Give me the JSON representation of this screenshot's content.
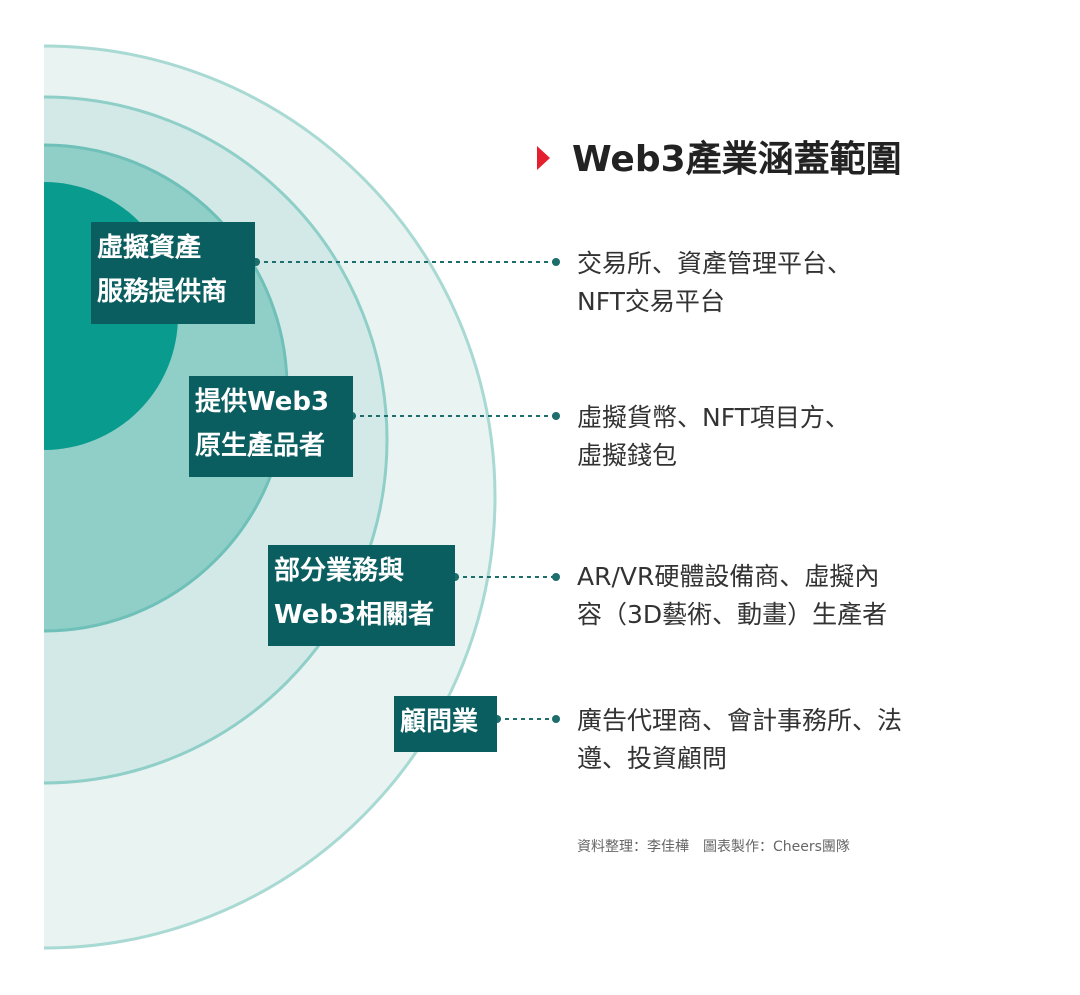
{
  "title": "Web3產業涵蓋範圍",
  "colors": {
    "accent": "#e5202e",
    "label_bg": "#0b5e60",
    "ring_outer": "#e8f3f2",
    "ring_2": "#d2e9e8",
    "ring_3": "#8fcfc8",
    "core": "#0a9b8f",
    "connector": "#1d6e6c"
  },
  "tiers": [
    {
      "label_lines": [
        "虛擬資產",
        "服務提供商"
      ],
      "desc_lines": [
        "交易所、資產管理平台、",
        "NFT交易平台"
      ]
    },
    {
      "label_lines": [
        "提供Web3",
        "原生產品者"
      ],
      "desc_lines": [
        "虛擬貨幣、NFT項目方、",
        "虛擬錢包"
      ]
    },
    {
      "label_lines": [
        "部分業務與",
        "Web3相關者"
      ],
      "desc_lines": [
        "AR/VR硬體設備商、虛擬內",
        "容（3D藝術、動畫）生產者"
      ]
    },
    {
      "label_lines": [
        "顧問業"
      ],
      "desc_lines": [
        "廣告代理商、會計事務所、法",
        "遵、投資顧問"
      ]
    }
  ],
  "credit": "資料整理：李佳樺　圖表製作：Cheers團隊"
}
